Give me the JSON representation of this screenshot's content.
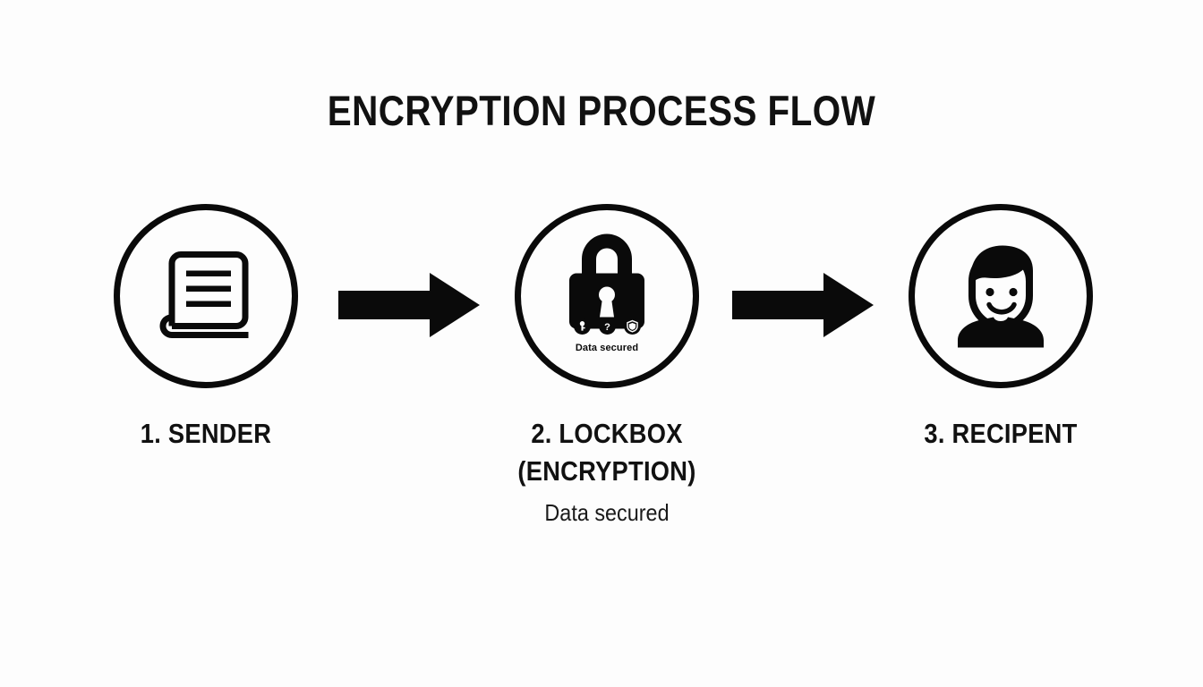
{
  "diagram": {
    "title": "ENCRYPTION PROCESS FLOW",
    "background_color": "#FDFDFD",
    "ink_color": "#0A0A0A",
    "steps": [
      {
        "id": "sender",
        "label": "1. SENDER",
        "icon": "document-icon",
        "sub": ""
      },
      {
        "id": "lockbox",
        "label_line_1": "2. LOCKBOX",
        "label_line_2": "(ENCRYPTION)",
        "icon": "padlock-icon",
        "sub": "Data secured",
        "inner_caption": "Data secured",
        "badges": [
          "key-badge-icon",
          "question-mark-badge-icon",
          "shield-badge-icon"
        ]
      },
      {
        "id": "recipient",
        "label": "3. RECIPENT",
        "icon": "person-avatar-icon",
        "sub": ""
      }
    ],
    "arrows": [
      {
        "id": "arrow-sender-to-lockbox",
        "direction": "right"
      },
      {
        "id": "arrow-lockbox-to-recipient",
        "direction": "right"
      }
    ]
  }
}
